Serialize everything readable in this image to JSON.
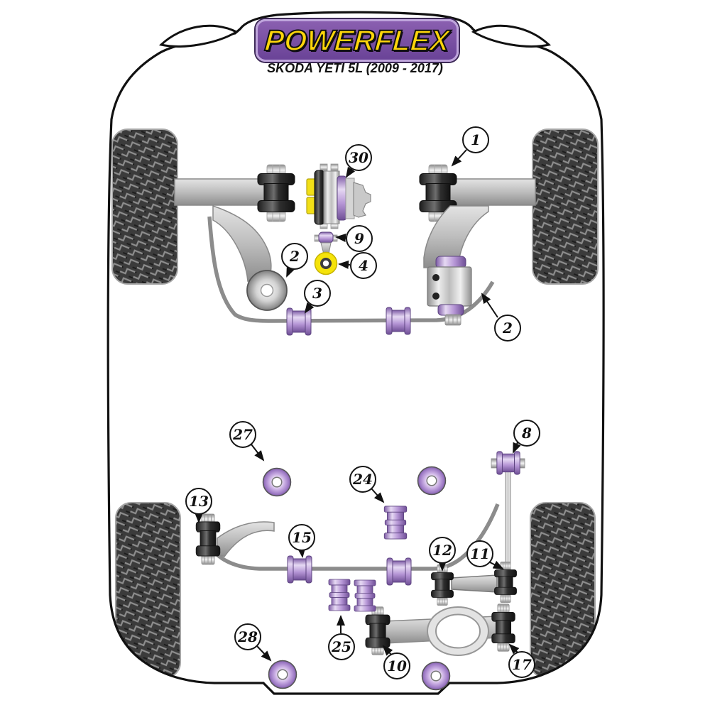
{
  "header": {
    "brand": "POWERFLEX",
    "subtitle": "SKODA YETI 5L (2009 - 2017)"
  },
  "callouts": [
    {
      "label": "30"
    },
    {
      "label": "1"
    },
    {
      "label": "9"
    },
    {
      "label": "4"
    },
    {
      "label": "2"
    },
    {
      "label": "3"
    },
    {
      "label": "2"
    },
    {
      "label": "27"
    },
    {
      "label": "8"
    },
    {
      "label": "24"
    },
    {
      "label": "13"
    },
    {
      "label": "15"
    },
    {
      "label": "12"
    },
    {
      "label": "11"
    },
    {
      "label": "28"
    },
    {
      "label": "25"
    },
    {
      "label": "10"
    },
    {
      "label": "17"
    }
  ],
  "colors": {
    "brand_bg": "#7B4CA3",
    "brand_text": "#FFD60A",
    "bushing_purple": "#A983CC",
    "bushing_yellow": "#F2DF17",
    "outline": "#111111"
  }
}
